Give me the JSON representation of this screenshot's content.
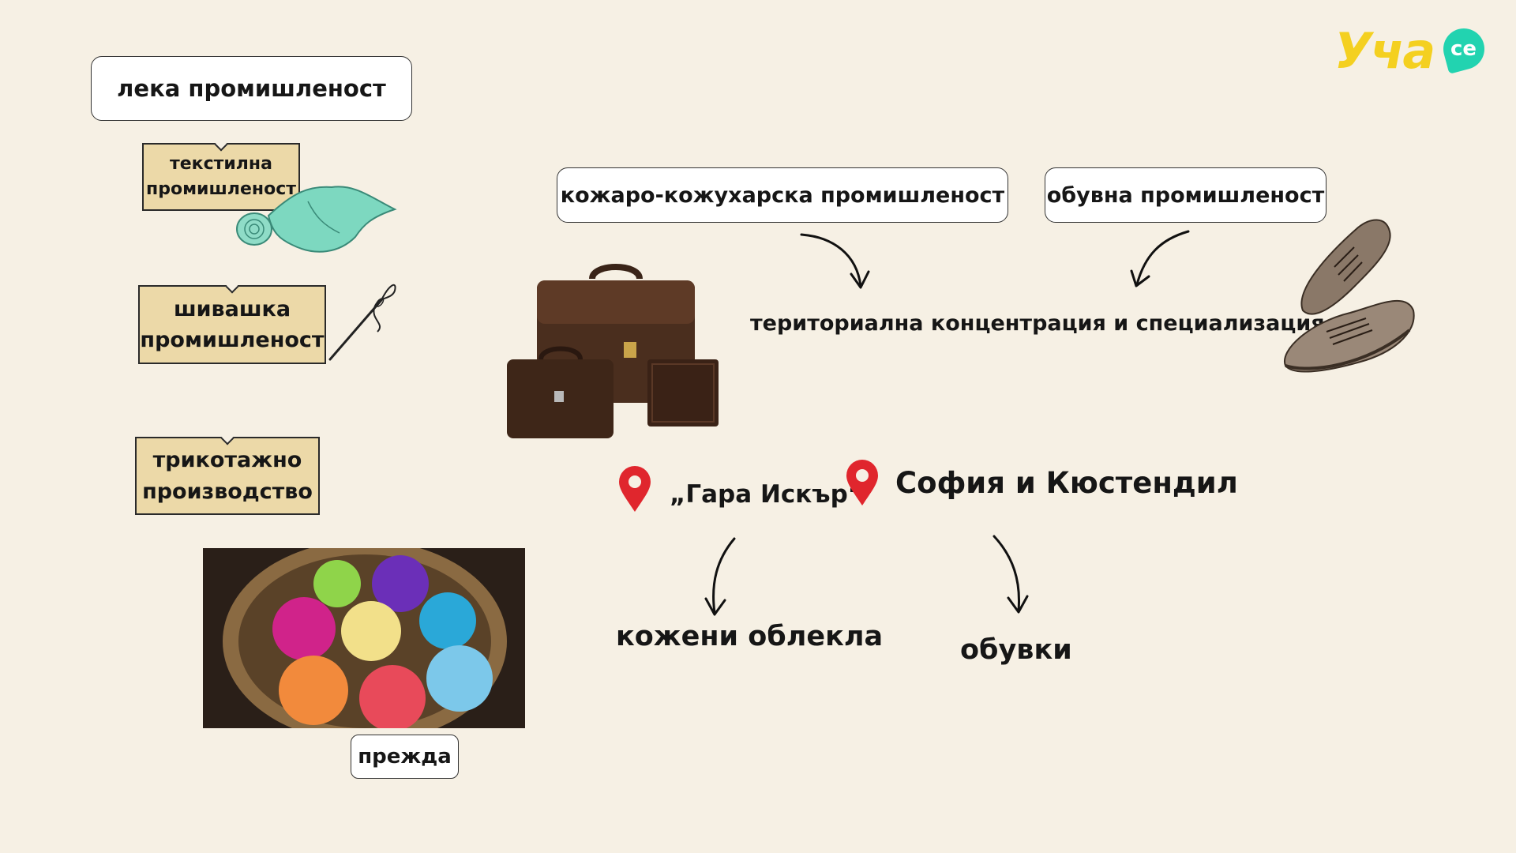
{
  "logo": {
    "main": "Уча",
    "badge": "се"
  },
  "category": {
    "label": "лека промишленост"
  },
  "tags": {
    "textile": [
      "текстилна",
      "промишленост"
    ],
    "sewing": [
      "шивашка",
      "промишленост"
    ],
    "knitting": [
      "трикотажно",
      "производство"
    ]
  },
  "yarn_caption": "прежда",
  "industries": {
    "leather": "кожаро-кожухарска промишленост",
    "shoes": "обувна промишленост"
  },
  "concept": "териториална концентрация и специализация",
  "locations": {
    "first": "„Гара Искър“",
    "second": "София и Кюстендил"
  },
  "products": {
    "leather": "кожени облекла",
    "shoes": "обувки"
  },
  "colors": {
    "background": "#f6f0e4",
    "tag_fill": "#ecd9a8",
    "logo_yellow": "#f4d020",
    "logo_teal": "#22d3b0",
    "pin_red": "#e0262d"
  }
}
